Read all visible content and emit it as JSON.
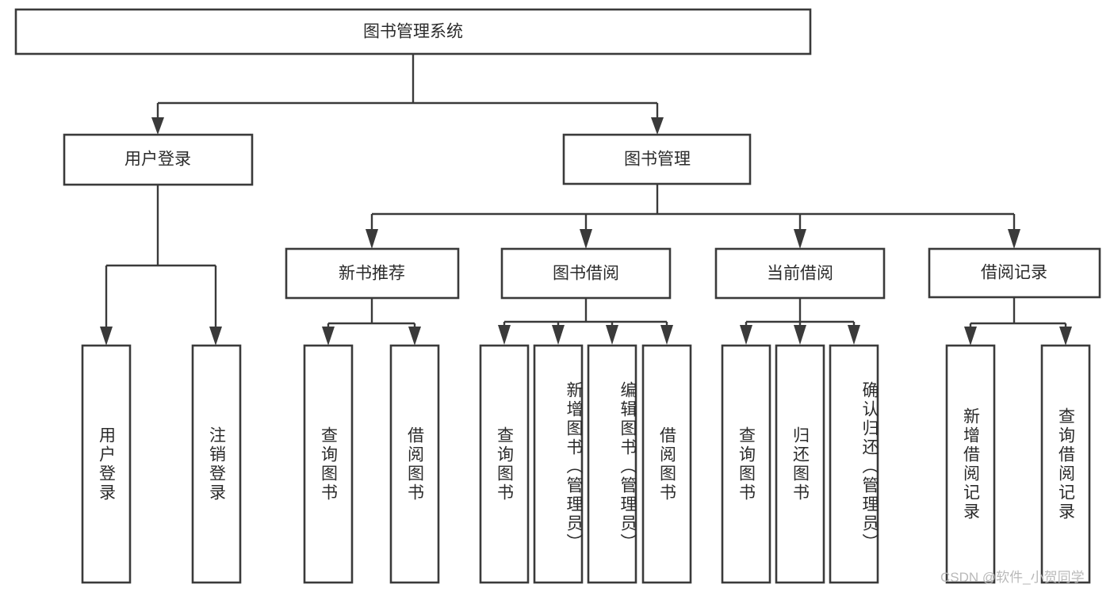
{
  "diagram": {
    "type": "tree",
    "title_node": {
      "label": "图书管理系统"
    },
    "level1": [
      {
        "label": "用户登录"
      },
      {
        "label": "图书管理"
      }
    ],
    "level2": [
      {
        "label": "新书推荐"
      },
      {
        "label": "图书借阅"
      },
      {
        "label": "当前借阅"
      },
      {
        "label": "借阅记录"
      }
    ],
    "leaves": {
      "user_login": [
        {
          "label": "用户登录"
        },
        {
          "label": "注销登录"
        }
      ],
      "new_book_recommend": [
        {
          "label": "查询图书"
        },
        {
          "label": "借阅图书"
        }
      ],
      "book_borrow": [
        {
          "label": "查询图书"
        },
        {
          "label": "新增图书（管理员）"
        },
        {
          "label": "编辑图书（管理员）"
        },
        {
          "label": "借阅图书"
        }
      ],
      "current_borrow": [
        {
          "label": "查询图书"
        },
        {
          "label": "归还图书"
        },
        {
          "label": "确认归还（管理员）"
        }
      ],
      "borrow_record": [
        {
          "label": "新增借阅记录"
        },
        {
          "label": "查询借阅记录"
        }
      ]
    }
  },
  "watermark": {
    "text": "CSDN @软件_小贺同学"
  },
  "colors": {
    "stroke": "#3a3a3a",
    "fill": "#ffffff",
    "text": "#2b2b2b",
    "watermark": "#b9b9b9"
  }
}
